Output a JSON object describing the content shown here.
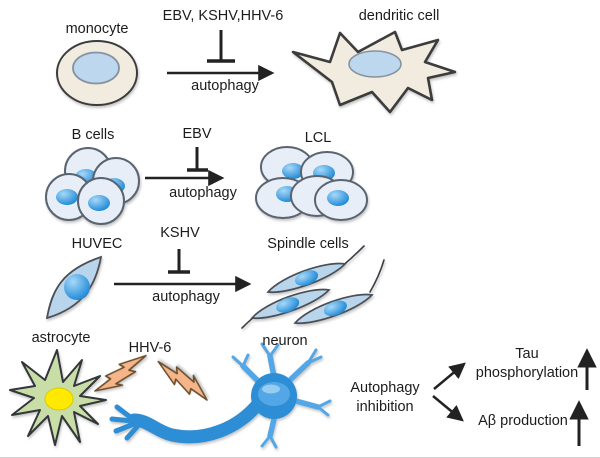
{
  "rows": [
    {
      "source": "monocyte",
      "viruses": "EBV, KSHV,HHV-6",
      "process": "autophagy",
      "target": "dendritic cell"
    },
    {
      "source": "B cells",
      "viruses": "EBV",
      "process": "autophagy",
      "target": "LCL"
    },
    {
      "source": "HUVEC",
      "viruses": "KSHV",
      "process": "autophagy",
      "target": "Spindle cells"
    }
  ],
  "neuro": {
    "astrocyte_label": "astrocyte",
    "virus_label": "HHV-6",
    "neuron_label": "neuron",
    "cause": {
      "line1": "Autophagy",
      "line2": "inhibition"
    },
    "effect_tau": {
      "line1": "Tau",
      "line2": "phosphorylation"
    },
    "effect_abeta": "Aβ production"
  },
  "icons": {
    "inhibition": "t-bar-icon",
    "promotion": "arrow-icon",
    "infection": "lightning-bolt-icon",
    "increase": "up-arrow-icon"
  },
  "colors": {
    "cell_body_beige": "#f1ecdf",
    "nucleus_pale_blue": "#bdd7ee",
    "cell_body_pale_blue": "#e7eef7",
    "nucleus_bright_blue": "#2f93dc",
    "spindle_blue": "#b9d5ec",
    "astrocyte_green": "#c9dda6",
    "astrocyte_nucleus_yellow": "#ffe900",
    "neuron_blue": "#2e8ed5",
    "neuron_light_blue": "#54a7e6",
    "bolt_orange": "#f6b489",
    "arrow_dark": "#222222",
    "stroke_dark": "#3c3c3c"
  }
}
